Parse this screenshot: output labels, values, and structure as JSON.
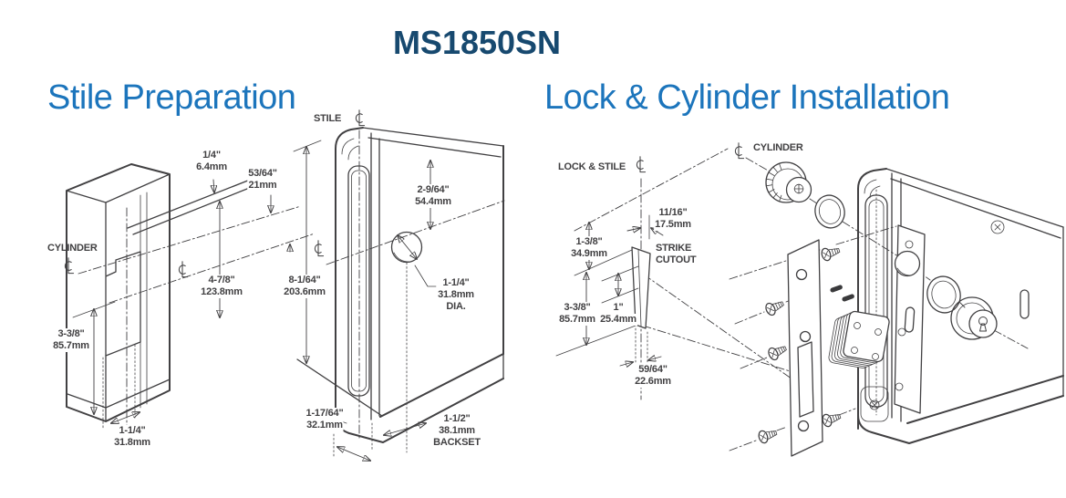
{
  "title": "MS1850SN",
  "colors": {
    "title_navy": "#17496F",
    "heading_blue": "#1C75BC",
    "line_gray": "#414042"
  },
  "icons": {
    "centerline_symbol": "centre-line-symbol"
  },
  "stile_preparation": {
    "heading": "Stile Preparation",
    "labels": {
      "cylinder": "CYLINDER",
      "stile": "STILE"
    },
    "dimensions": {
      "notch_offset": {
        "line1": "1/4\"",
        "line2": "6.4mm"
      },
      "centerline_gap": {
        "line1": "53/64\"",
        "line2": "21mm"
      },
      "cutout_height": {
        "line1": "4-7/8\"",
        "line2": "123.8mm"
      },
      "prep_height": {
        "line1": "8-1/64\"",
        "line2": "203.6mm"
      },
      "bottom_distance": {
        "line1": "3-3/8\"",
        "line2": "85.7mm"
      },
      "notch_width": {
        "line1": "1-1/4\"",
        "line2": "31.8mm"
      },
      "hole_distance": {
        "line1": "2-9/64\"",
        "line2": "54.4mm"
      },
      "hole_diameter": {
        "line1": "1-1/4\"",
        "line2": "31.8mm",
        "line3": "DIA."
      },
      "stile_width": {
        "line1": "1-17/64\"",
        "line2": "32.1mm"
      },
      "backset": {
        "line1": "1-1/2\"",
        "line2": "38.1mm",
        "line3": "BACKSET"
      }
    }
  },
  "lock_installation": {
    "heading": "Lock & Cylinder Installation",
    "labels": {
      "lock_stile": "LOCK & STILE",
      "cylinder": "CYLINDER",
      "strike_line1": "STRIKE",
      "strike_line2": "CUTOUT"
    },
    "dimensions": {
      "strike_offset": {
        "line1": "11/16\"",
        "line2": "17.5mm"
      },
      "strike_top": {
        "line1": "1-3/8\"",
        "line2": "34.9mm"
      },
      "strike_height": {
        "line1": "3-3/8\"",
        "line2": "85.7mm"
      },
      "strike_inner": {
        "line1": "1\"",
        "line2": "25.4mm"
      },
      "strike_width": {
        "line1": "59/64\"",
        "line2": "22.6mm"
      }
    }
  }
}
